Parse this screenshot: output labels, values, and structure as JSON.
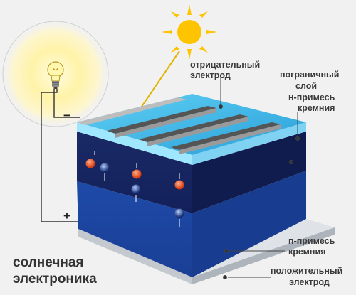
{
  "title_lines": [
    "солнечная",
    "электроника"
  ],
  "labels": {
    "negative_electrode": [
      "отрицательный",
      "электрод"
    ],
    "boundary_layer": [
      "пограничный",
      "слой"
    ],
    "n_type": [
      "н-примесь",
      "кремния"
    ],
    "p_type": [
      "п-примесь",
      "кремния"
    ],
    "positive_electrode": [
      "положительный",
      "электрод"
    ]
  },
  "terminals": {
    "minus": "−",
    "plus": "+"
  },
  "colors": {
    "sun": "#ffc400",
    "bulb_glow": "#fff2a0",
    "glass_top": "#8fe0ff",
    "n_layer": "#1a2f7a",
    "p_layer": "#1f4fb0",
    "base_plate": "#d9dde3",
    "electrode": "#6e6e6e",
    "electron": "#1a3a8a",
    "hole": "#e8481c"
  }
}
